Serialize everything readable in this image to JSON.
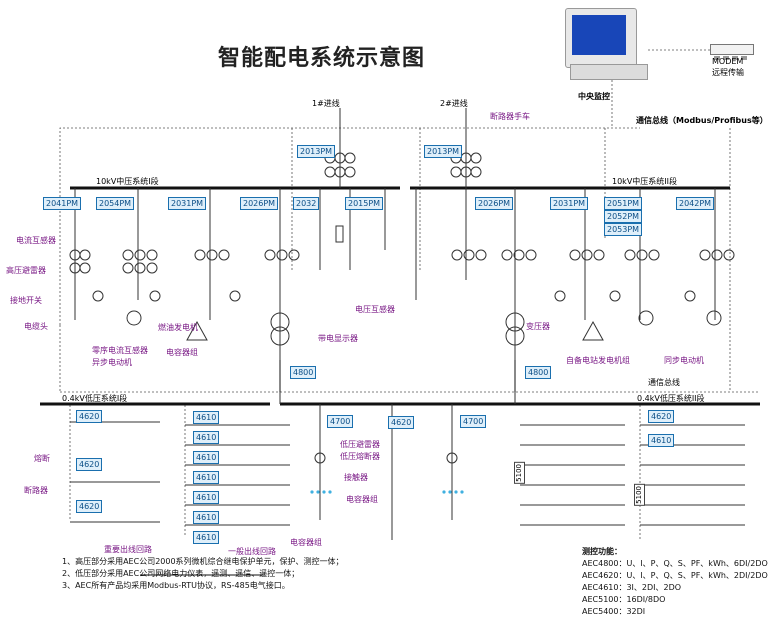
{
  "title": "智能配电系统示意图",
  "central": {
    "label": "中央监控",
    "modem": "MODEM",
    "remote": "远程传输",
    "bus": "通信总线（Modbus/Profibus等）"
  },
  "incoming": {
    "line1": "1#进线",
    "line2": "2#进线",
    "breaker": "断路器手车"
  },
  "hv": {
    "bus1": "10kV中压系统I段",
    "bus2": "10kV中压系统II段"
  },
  "lv": {
    "bus1": "0.4kV低压系统I段",
    "bus2": "0.4kV低压系统II段",
    "bus_comm": "通信总线"
  },
  "meters": {
    "pm2013a": "2013PM",
    "pm2013b": "2013PM",
    "pm2041": "2041PM",
    "pm2054": "2054PM",
    "pm2031a": "2031PM",
    "pm2026a": "2026PM",
    "pm2032": "2032",
    "pm2015": "2015PM",
    "pm2026b": "2026PM",
    "pm2031b": "2031PM",
    "pm2051": "2051PM",
    "pm2052": "2052PM",
    "pm2053": "2053PM",
    "pm2042": "2042PM",
    "m4800a": "4800",
    "m4800b": "4800",
    "m4620": "4620",
    "m4610": "4610",
    "m4700": "4700",
    "m5100": "5100"
  },
  "labels": {
    "ct": "电流互感器",
    "arrester": "高压避雷器",
    "earth_switch": "接地开关",
    "cable": "电缆头",
    "zero_ct": "零序电流互感器",
    "async_motor": "异步电动机",
    "generator": "燃油发电机",
    "cap_cabinet": "电容器组",
    "live_display": "带电显示器",
    "vt": "电压互感器",
    "transformer": "变压器",
    "self_gen": "自备电站发电机组",
    "sync_motor": "同步电动机",
    "lv_arrester": "低压避雷器",
    "lv_protect": "低压熔断器",
    "contactor": "接触器",
    "cap_bank": "电容器组",
    "fuse": "熔断",
    "breaker": "断路器",
    "feeder1": "重要出线回路",
    "feeder2": "一般出线回路"
  },
  "notes": [
    "1、高压部分采用AEC公司2000系列微机综合继电保护单元，保护、测控一体；",
    "2、低压部分采用AEC公司网络电力仪表，遥测、遥信、遥控一体；",
    "3、AEC所有产品均采用Modbus-RTU协议，RS-485电气接口。"
  ],
  "functions": {
    "title": "测控功能：",
    "rows": [
      "AEC4800：U、I、P、Q、S、PF、kWh、6DI/2DO",
      "AEC4620：U、I、P、Q、S、PF、kWh、2DI/2DO",
      "AEC4610：3I、2DI、2DO",
      "AEC5100：16DI/8DO",
      "AEC5400：32DI"
    ]
  }
}
